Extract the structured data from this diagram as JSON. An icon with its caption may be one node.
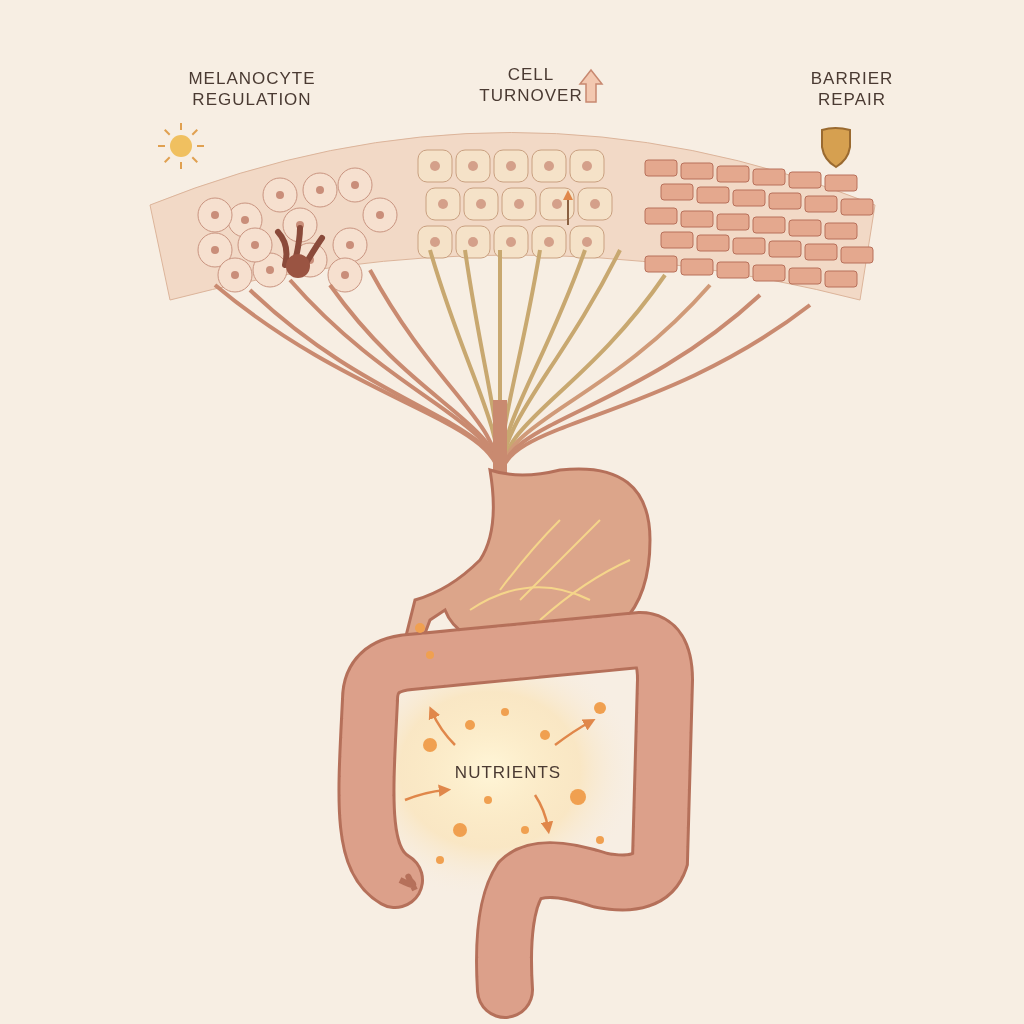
{
  "diagram": {
    "labels": [
      "MELANOCYTE REGULATION",
      "CELL TURNOVER",
      "BARRIER REPAIR",
      "NUTRIENTS"
    ]
  }
}
